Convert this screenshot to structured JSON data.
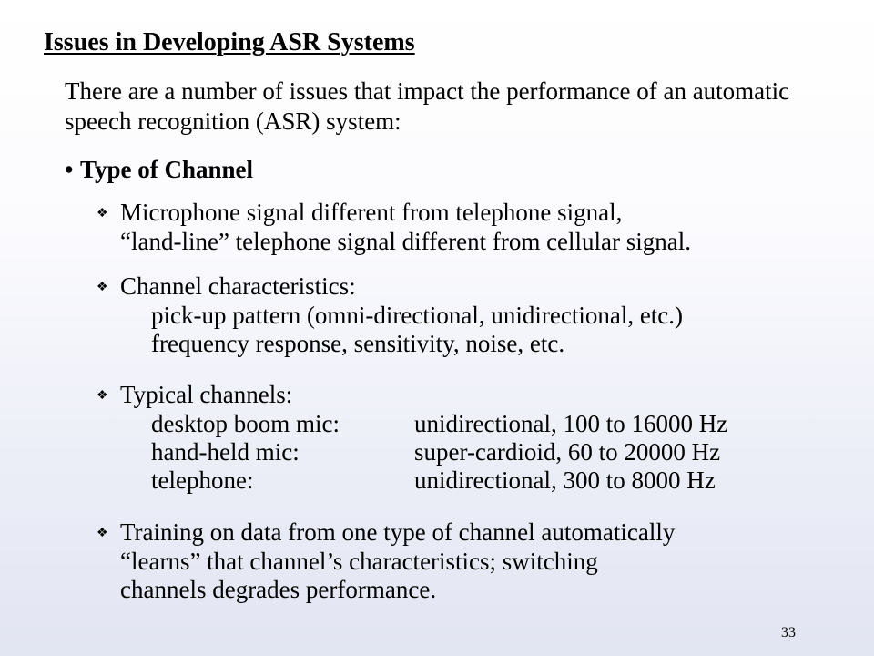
{
  "title": "Issues in Developing ASR Systems",
  "intro": "There are a number of issues that impact the performance of an automatic speech recognition (ASR) system:",
  "section": {
    "bullet": "•",
    "heading": "Type of Channel"
  },
  "items": [
    {
      "lines": [
        "Microphone signal different from telephone signal,",
        "“land-line” telephone signal different from cellular signal."
      ]
    },
    {
      "lines": [
        "Channel characteristics:"
      ],
      "sub": [
        "pick-up pattern (omni-directional, unidirectional, etc.)",
        "frequency response, sensitivity, noise, etc."
      ]
    },
    {
      "lines": [
        "Typical channels:"
      ],
      "rows": [
        {
          "name": "desktop boom mic:",
          "value": "unidirectional, 100 to 16000 Hz"
        },
        {
          "name": "hand-held mic:",
          "value": "super-cardioid, 60 to 20000 Hz"
        },
        {
          "name": "telephone:",
          "value": "unidirectional, 300 to 8000 Hz"
        }
      ]
    },
    {
      "lines": [
        "Training on data from one type of channel automatically",
        "“learns” that channel’s characteristics; switching",
        "channels degrades performance."
      ]
    }
  ],
  "icons": {
    "item_marker": "diamond-bullet-icon"
  },
  "page_number": "33"
}
